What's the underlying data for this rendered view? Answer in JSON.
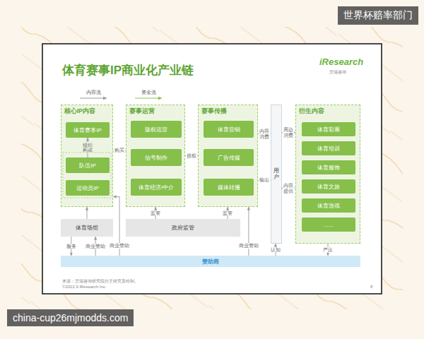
{
  "diagram": {
    "title": "体育赛事IP商业化产业链",
    "caption": "来源：艾瑞咨询研究院自主研究及绘制。",
    "nodes": [
      {
        "text": [
          "核心IP内容"
        ]
      },
      {
        "text": [
          "体育赛事IP"
        ],
        "in": 0
      },
      {
        "text": [
          "队伍IP"
        ],
        "in": 0
      },
      {
        "text": [
          "运动员IP"
        ],
        "in": 0
      },
      {
        "text": [
          "赛事运营"
        ]
      },
      {
        "text": [
          "版权运营"
        ],
        "in": 4
      },
      {
        "text": [
          "信号制作"
        ],
        "in": 4
      },
      {
        "text": [
          "体育经济/中介"
        ],
        "in": 4
      },
      {
        "text": [
          "赛事传播"
        ]
      },
      {
        "text": [
          "体育营销"
        ],
        "in": 8
      },
      {
        "text": [
          "广告传媒"
        ],
        "in": 8
      },
      {
        "text": [
          "媒体转播"
        ],
        "in": 8
      },
      {
        "text": [
          "用户"
        ]
      },
      {
        "text": [
          "衍生内容"
        ]
      },
      {
        "text": [
          "体育彩票"
        ],
        "in": 13
      },
      {
        "text": [
          "体育培训"
        ],
        "in": 13
      },
      {
        "text": [
          "体育服饰"
        ],
        "in": 13
      },
      {
        "text": [
          "体育文旅"
        ],
        "in": 13
      },
      {
        "text": [
          "体育游戏"
        ],
        "in": 13
      },
      {
        "text": [
          "......"
        ],
        "in": 13
      },
      {
        "text": [
          "体育场馆"
        ]
      },
      {
        "text": [
          "政府监管"
        ]
      },
      {
        "text": [
          "赞助商"
        ]
      }
    ],
    "edges": [
      {
        "from": 2,
        "to": 1,
        "label": "组织 构成",
        "arrow": "to"
      },
      {
        "from": 0,
        "to": 4,
        "label": "购买",
        "arrow": "to"
      },
      {
        "from": 4,
        "to": 8,
        "label": "授权",
        "arrow": "to"
      },
      {
        "from": 12,
        "to": 8,
        "label": "内容 消费",
        "arrow": "to"
      },
      {
        "from": 8,
        "to": 12,
        "label": "输出",
        "arrow": "to"
      },
      {
        "from": 12,
        "to": 13,
        "label": "周边 消费",
        "arrow": "to"
      },
      {
        "from": 13,
        "to": 12,
        "label": "内容 提供",
        "arrow": "to"
      },
      {
        "from": 21,
        "to": 4,
        "label": "监管",
        "arrow": "to"
      },
      {
        "from": 21,
        "to": 8,
        "label": "监管",
        "arrow": "to"
      },
      {
        "from": 20,
        "to": 0,
        "arrow": "to"
      },
      {
        "from": 20,
        "to": 22,
        "label": "服务",
        "arrow": "to"
      },
      {
        "from": 22,
        "to": 20,
        "label": "商业赞助",
        "arrow": "to"
      },
      {
        "from": 22,
        "to": 0,
        "label": "商业赞助",
        "arrow": "to"
      },
      {
        "from": 22,
        "to": 8,
        "label": "商业赞助",
        "arrow": "to"
      },
      {
        "from": 22,
        "to": 12,
        "label": "认知",
        "arrow": "to"
      },
      {
        "from": 13,
        "to": 22,
        "label": "产出",
        "arrow": "to"
      }
    ],
    "labels": [
      "iResearch",
      "艾瑞咨询",
      "©2022.9 iResearch Inc.",
      "8",
      "世界杯赔率部门",
      "china-cup26mjmodds.com"
    ],
    "legend": [
      {
        "text": "内容流"
      },
      {
        "text": "资金流"
      }
    ]
  }
}
